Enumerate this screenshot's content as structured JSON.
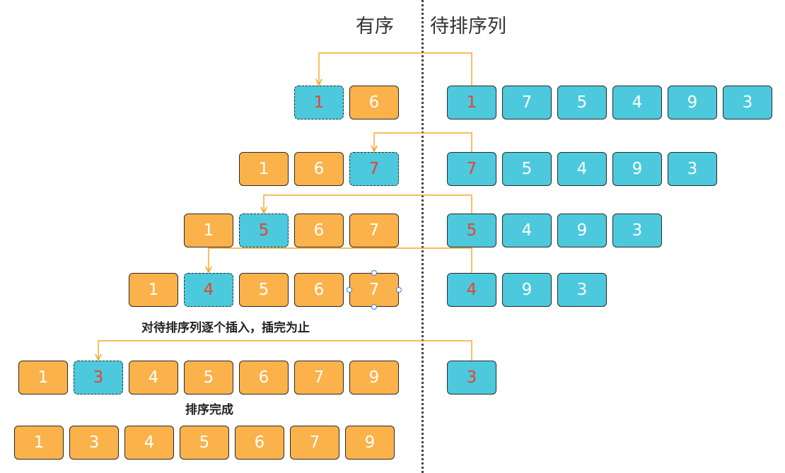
{
  "headers": {
    "sorted": "有序",
    "unsorted": "待排序列"
  },
  "captions": {
    "step": "对待排序列逐个插入，插完为止",
    "done": "排序完成"
  },
  "colors": {
    "sorted_box": "#fbb24a",
    "unsorted_box": "#4cc9dd",
    "highlight_text": "#e8422e",
    "arrow": "#f5a623"
  },
  "rows": [
    {
      "sorted": [
        "1",
        "6"
      ],
      "inserted_index": 0,
      "unsorted": [
        "1",
        "7",
        "5",
        "4",
        "9",
        "3"
      ]
    },
    {
      "sorted": [
        "1",
        "6",
        "7"
      ],
      "inserted_index": 2,
      "unsorted": [
        "7",
        "5",
        "4",
        "9",
        "3"
      ]
    },
    {
      "sorted": [
        "1",
        "5",
        "6",
        "7"
      ],
      "inserted_index": 1,
      "unsorted": [
        "5",
        "4",
        "9",
        "3"
      ]
    },
    {
      "sorted": [
        "1",
        "4",
        "5",
        "6",
        "7"
      ],
      "inserted_index": 1,
      "unsorted": [
        "4",
        "9",
        "3"
      ]
    },
    {
      "sorted": [
        "1",
        "3",
        "4",
        "5",
        "6",
        "7",
        "9"
      ],
      "inserted_index": 1,
      "unsorted": [
        "3"
      ]
    }
  ],
  "final": [
    "1",
    "3",
    "4",
    "5",
    "6",
    "7",
    "9"
  ]
}
